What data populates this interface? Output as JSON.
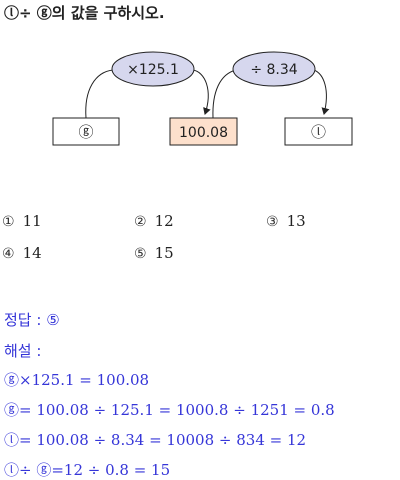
{
  "question": {
    "text": "ⓛ÷ ⓖ의 값을 구하시오."
  },
  "diagram": {
    "op1": "×125.1",
    "op2": "÷ 8.34",
    "box_left": "ⓖ",
    "box_mid": "100.08",
    "box_right": "ⓛ",
    "colors": {
      "oval_fill": "#d6d7ee",
      "mid_fill": "#fde0cc",
      "stroke": "#222222"
    }
  },
  "choices": [
    {
      "num": "①",
      "value": "11"
    },
    {
      "num": "②",
      "value": "12"
    },
    {
      "num": "③",
      "value": "13"
    },
    {
      "num": "④",
      "value": "14"
    },
    {
      "num": "⑤",
      "value": "15"
    }
  ],
  "answer": {
    "label": "정답 : ⑤"
  },
  "explanation": {
    "title": "해설 :",
    "lines": [
      "ⓖ×125.1 = 100.08",
      "ⓖ= 100.08 ÷ 125.1 = 1000.8 ÷ 1251 = 0.8",
      "ⓛ= 100.08 ÷ 8.34 = 10008 ÷ 834 = 12",
      "ⓛ÷ ⓖ=12 ÷ 0.8 = 15"
    ]
  },
  "colors": {
    "answer_text": "#3535d8",
    "body_text": "#222222"
  }
}
